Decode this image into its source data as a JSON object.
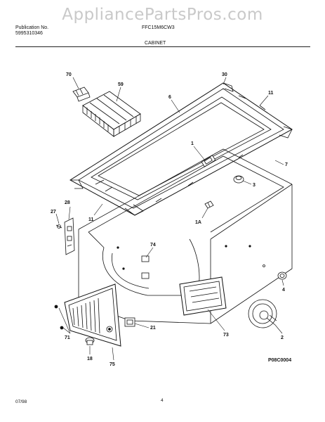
{
  "watermark": "AppliancePartsPros.com",
  "header": {
    "publication_label": "Publication No.",
    "publication_number": "5995310346",
    "model": "FFC15M6CW3",
    "section": "CABINET"
  },
  "callouts": [
    "70",
    "59",
    "6",
    "30",
    "11",
    "1",
    "7",
    "3",
    "27",
    "28",
    "11",
    "1A",
    "74",
    "4",
    "2",
    "73",
    "21",
    "71",
    "18",
    "75"
  ],
  "figure_code": "P08C0004",
  "footer": {
    "date": "07/98",
    "page": "4"
  },
  "colors": {
    "line": "#111111",
    "watermark": "#c9c9c9",
    "background": "#ffffff"
  }
}
